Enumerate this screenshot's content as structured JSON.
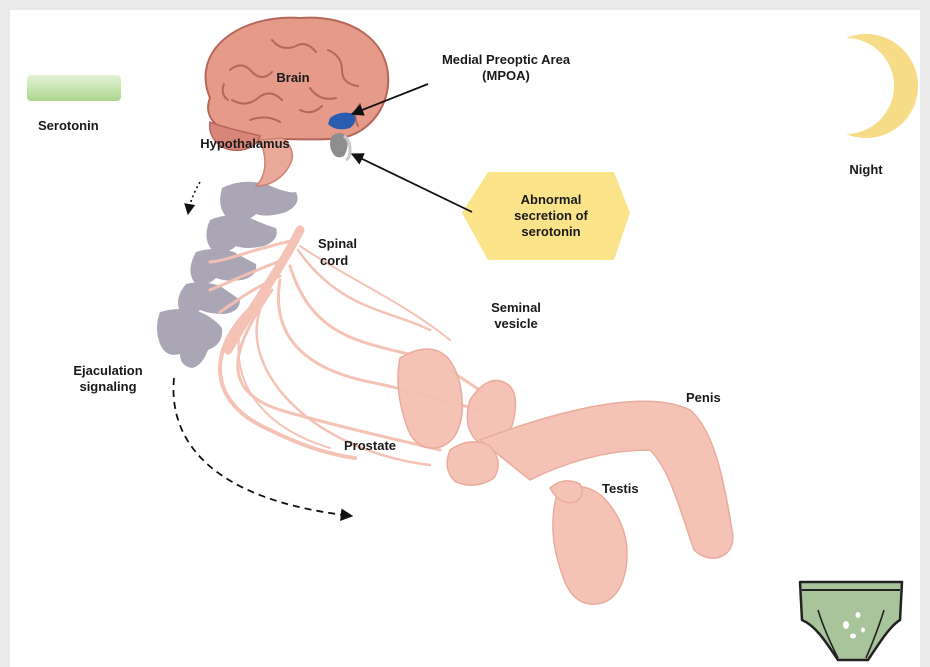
{
  "labels": {
    "brain": "Brain",
    "hypothalamus": "Hypothalamus",
    "mpoa_line1": "Medial Preoptic Area",
    "mpoa_line2": "(MPOA)",
    "serotonin_legend": "Serotonin",
    "night": "Night",
    "abnormal_line1": "Abnormal",
    "abnormal_line2": "secretion of",
    "abnormal_line3": "serotonin",
    "spinal_line1": "Spinal",
    "spinal_line2": "cord",
    "seminal_line1": "Seminal",
    "seminal_line2": "vesicle",
    "ejac_line1": "Ejaculation",
    "ejac_line2": "signaling",
    "penis": "Penis",
    "prostate": "Prostate",
    "testis": "Testis"
  },
  "icons": {
    "brain": "brain-icon",
    "moon": "crescent-moon-icon",
    "underwear": "stained-underwear-icon",
    "spine": "vertebrae-icon"
  },
  "colors": {
    "brain": "#e59a8a",
    "brain_outline": "#b5675a",
    "mpoa": "#2a5db0",
    "hexagon": "#fbe38a",
    "moon": "#f6dc86",
    "serotonin_bar": "#b9dfa0",
    "anatomy": "#f4c0b2",
    "vertebra": "#a39fb0",
    "underwear": "#a8c49a"
  }
}
